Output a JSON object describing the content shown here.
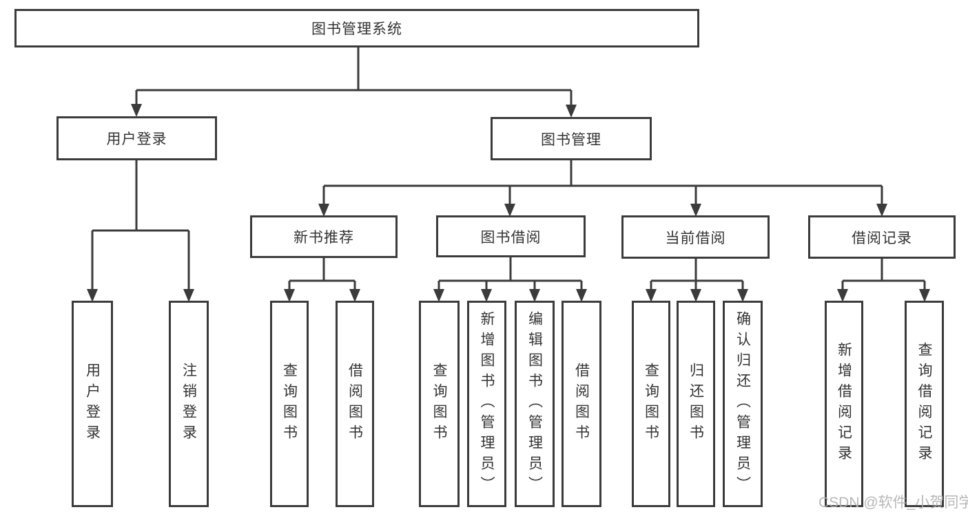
{
  "diagram": {
    "title": "图书管理系统",
    "watermark": "CSDN @软件_小贺同学",
    "colors": {
      "line": "#3b3b3b",
      "box_border": "#3b3b3b",
      "text": "#333333",
      "watermark": "#afafaf",
      "background": "#ffffff"
    },
    "nodes": {
      "root": {
        "label": "图书管理系统"
      },
      "user_login": {
        "label": "用户登录"
      },
      "book_mgmt": {
        "label": "图书管理"
      },
      "new_book_rec": {
        "label": "新书推荐"
      },
      "book_borrow": {
        "label": "图书借阅"
      },
      "current_borrow": {
        "label": "当前借阅"
      },
      "borrow_records": {
        "label": "借阅记录"
      },
      "leaf_user_login": {
        "label": "用户登录"
      },
      "leaf_logout": {
        "label": "注销登录"
      },
      "leaf_nbr_query": {
        "label": "查询图书"
      },
      "leaf_nbr_borrow": {
        "label": "借阅图书"
      },
      "leaf_bb_query": {
        "label": "查询图书"
      },
      "leaf_bb_add": {
        "label": "新增图书（管理员）"
      },
      "leaf_bb_edit": {
        "label": "编辑图书（管理员）"
      },
      "leaf_bb_borrow": {
        "label": "借阅图书"
      },
      "leaf_cb_query": {
        "label": "查询图书"
      },
      "leaf_cb_return": {
        "label": "归还图书"
      },
      "leaf_cb_confirm": {
        "label": "确认归还（管理员）"
      },
      "leaf_br_add": {
        "label": "新增借阅记录"
      },
      "leaf_br_query": {
        "label": "查询借阅记录"
      }
    },
    "hierarchy": {
      "图书管理系统": {
        "用户登录": [
          "用户登录",
          "注销登录"
        ],
        "图书管理": {
          "新书推荐": [
            "查询图书",
            "借阅图书"
          ],
          "图书借阅": [
            "查询图书",
            "新增图书（管理员）",
            "编辑图书（管理员）",
            "借阅图书"
          ],
          "当前借阅": [
            "查询图书",
            "归还图书",
            "确认归还（管理员）"
          ],
          "借阅记录": [
            "新增借阅记录",
            "查询借阅记录"
          ]
        }
      }
    }
  }
}
